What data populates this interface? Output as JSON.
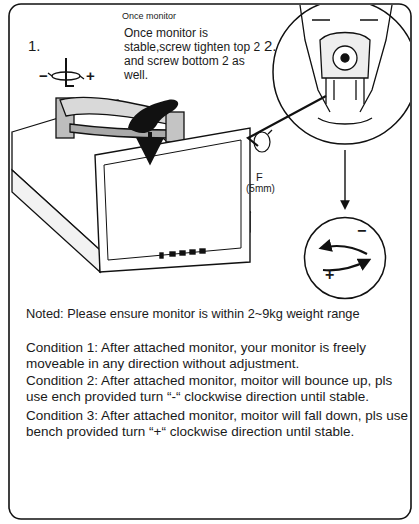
{
  "diagram": {
    "nodes": [
      {
        "text": [
          "−",
          "+"
        ]
      }
    ],
    "labels": [
      "Once monitor",
      "1.",
      "Once monitor is stable,screw tighten top 2 and screw bottom 2 as well.",
      "2.",
      "−",
      "+",
      "F",
      "(5mm)",
      "Noted: Please ensure monitor is within 2~9kg weight range",
      "Condition 1: After attached monitor, your monitor is freely moveable in any direction without adjustment.",
      "Condition 2: After attached monitor, moitor will bounce up, pls use ench provided turn “-“ clockwise direction until stable.",
      "Condition 3: After attached monitor, moitor will fall down, pls use bench provided turn “+“ clockwise direction until stable."
    ]
  }
}
